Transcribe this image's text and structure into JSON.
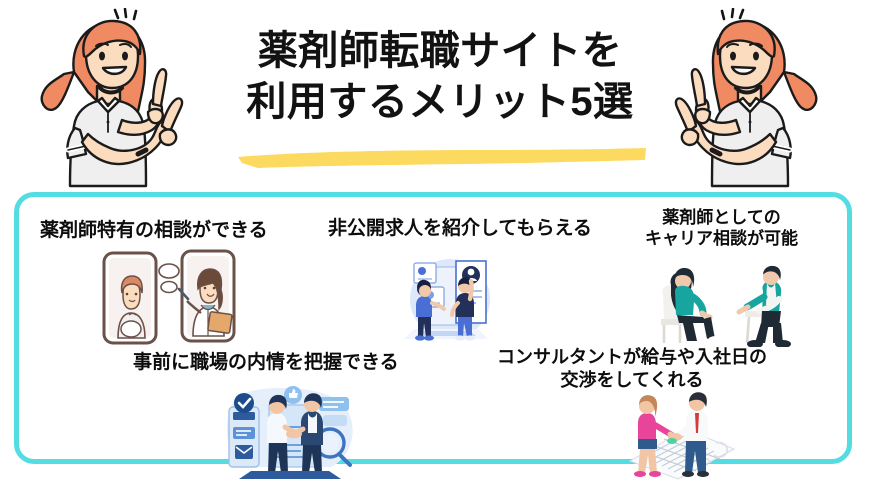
{
  "page": {
    "language": "ja",
    "background_color": "#ffffff"
  },
  "header": {
    "title_line_1": "薬剤師転職サイトを",
    "title_line_2": "利用するメリット5選",
    "title_color": "#121212",
    "underline_color": "#FCD95F"
  },
  "panel": {
    "border_color": "#54DCE3",
    "background_color": "#ffffff"
  },
  "benefits": [
    {
      "id": 1,
      "label": "薬剤師特有の相談ができる",
      "illustration": "video-consultation-two-smartphones-illustration"
    },
    {
      "id": 2,
      "label": "非公開求人を紹介してもらえる",
      "illustration": "job-listings-board-two-people-illustration"
    },
    {
      "id": 3,
      "label_line_1": "薬剤師としての",
      "label_line_2": "キャリア相談が可能",
      "illustration": "career-counseling-seated-interview-illustration"
    },
    {
      "id": 4,
      "label": "事前に職場の内情を把握できる",
      "illustration": "handshake-documents-magnifier-illustration"
    },
    {
      "id": 5,
      "label_line_1": "コンサルタントが給与や入社日の",
      "label_line_2": "交渉をしてくれる",
      "illustration": "salary-negotiation-handshake-contract-illustration"
    }
  ],
  "characters": {
    "left": {
      "name": "woman-pointing-right",
      "hair_color": "#F0805A",
      "shirt_color": "#EFEFEF",
      "skin_color": "#FCDCBF"
    },
    "right": {
      "name": "woman-pointing-left",
      "hair_color": "#F0805A",
      "shirt_color": "#EFEFEF",
      "skin_color": "#FCDCBF"
    }
  }
}
